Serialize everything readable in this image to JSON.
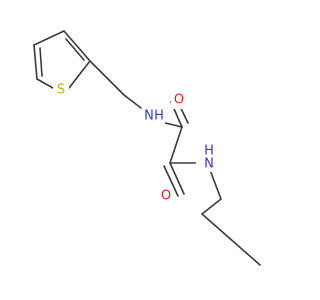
{
  "molecule": {
    "atoms": {
      "sulfur": "S",
      "amide_nitrogen_1": "N",
      "amide_hydrogen_1": "H",
      "carbonyl_oxygen_1": "O",
      "carbonyl_oxygen_2": "O",
      "amide_nitrogen_2": "N",
      "amide_hydrogen_2": "H"
    },
    "colors": {
      "bond": "#3a3a3a",
      "sulfur": "#c8b400",
      "nitrogen": "#2f3ec8",
      "oxygen": "#e01f1f",
      "background": "#ffffff"
    }
  }
}
